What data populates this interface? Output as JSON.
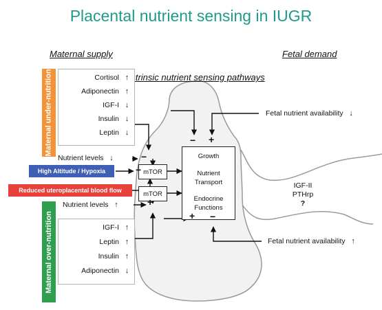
{
  "title": "Placental nutrient sensing in IUGR",
  "headers": {
    "maternal_supply": "Maternal supply",
    "fetal_demand": "Fetal demand",
    "pathways": "Intrinsic nutrient sensing pathways"
  },
  "under_nutrition": {
    "label": "Maternal under-nutrition",
    "color": "#f39237",
    "items": [
      {
        "name": "Cortisol",
        "arrow": "↑"
      },
      {
        "name": "Adiponectin",
        "arrow": "↑"
      },
      {
        "name": "IGF-I",
        "arrow": "↓"
      },
      {
        "name": "Insulin",
        "arrow": "↓"
      },
      {
        "name": "Leptin",
        "arrow": "↓"
      }
    ]
  },
  "over_nutrition": {
    "label": "Maternal over-nutrition",
    "color": "#2e9e4f",
    "items": [
      {
        "name": "IGF-I",
        "arrow": "↑"
      },
      {
        "name": "Leptin",
        "arrow": "↑"
      },
      {
        "name": "Insulin",
        "arrow": "↑"
      },
      {
        "name": "Adiponectin",
        "arrow": "↓"
      }
    ]
  },
  "nutrient_levels_low": {
    "text": "Nutrient levels",
    "arrow": "↓"
  },
  "nutrient_levels_high": {
    "text": "Nutrient levels",
    "arrow": "↑"
  },
  "hypoxia": {
    "text": "High Altitude / Hypoxia",
    "color": "#3f5fb5"
  },
  "blood_flow": {
    "text": "Reduced uteroplacental blood flow",
    "color": "#e8413c"
  },
  "mtor_top": "mTOR",
  "mtor_bottom": "mTOR",
  "functions": {
    "growth": "Growth",
    "nutrient": "Nutrient",
    "transport": "Transport",
    "endocrine": "Endocrine",
    "functions": "Functions"
  },
  "fetal_top": {
    "text": "Fetal nutrient availability",
    "arrow": "↓"
  },
  "fetal_bottom": {
    "text": "Fetal nutrient availability",
    "arrow": "↑"
  },
  "igf2": "IGF-II",
  "pthrp": "PTHrp",
  "question": "?",
  "signs": {
    "minus": "−",
    "plus": "+"
  }
}
